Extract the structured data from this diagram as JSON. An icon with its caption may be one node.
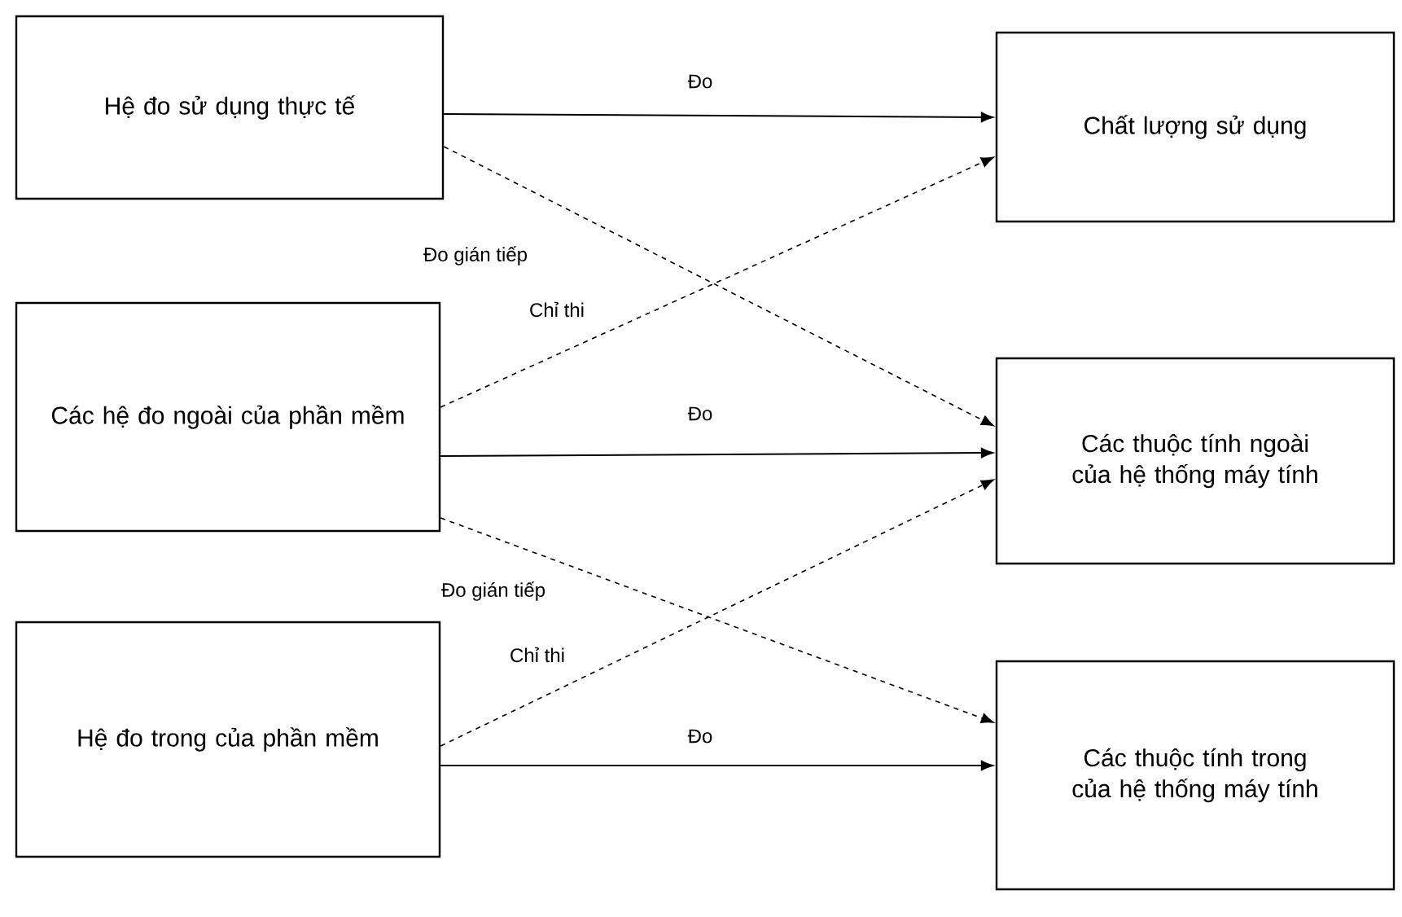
{
  "diagram": {
    "nodes": [
      {
        "text": [
          "Hệ đo sử dụng thực tế"
        ]
      },
      {
        "text": [
          "Các hệ đo ngoài của phần mềm"
        ]
      },
      {
        "text": [
          "Hệ đo trong của phần mềm"
        ]
      },
      {
        "text": [
          "Chất lượng sử dụng"
        ]
      },
      {
        "text": [
          "Các thuộc tính ngoài của hệ thống máy tính"
        ]
      },
      {
        "text": [
          "Các thuộc tính trong của hệ thống máy tính"
        ]
      }
    ],
    "edges": [
      {
        "from": 0,
        "to": 3,
        "arrow": "to",
        "label": "Đo"
      },
      {
        "from": 0,
        "to": 4,
        "arrow": "to",
        "style": "dashed",
        "label": "Đo gián tiếp"
      },
      {
        "from": 1,
        "to": 3,
        "arrow": "to",
        "style": "dashed",
        "label": "Chỉ thi"
      },
      {
        "from": 1,
        "to": 4,
        "arrow": "to",
        "label": "Đo"
      },
      {
        "from": 1,
        "to": 5,
        "arrow": "to",
        "style": "dashed",
        "label": "Đo gián tiếp"
      },
      {
        "from": 2,
        "to": 4,
        "arrow": "to",
        "style": "dashed",
        "label": "Chỉ thi"
      },
      {
        "from": 2,
        "to": 5,
        "arrow": "to",
        "label": "Đo"
      }
    ]
  }
}
